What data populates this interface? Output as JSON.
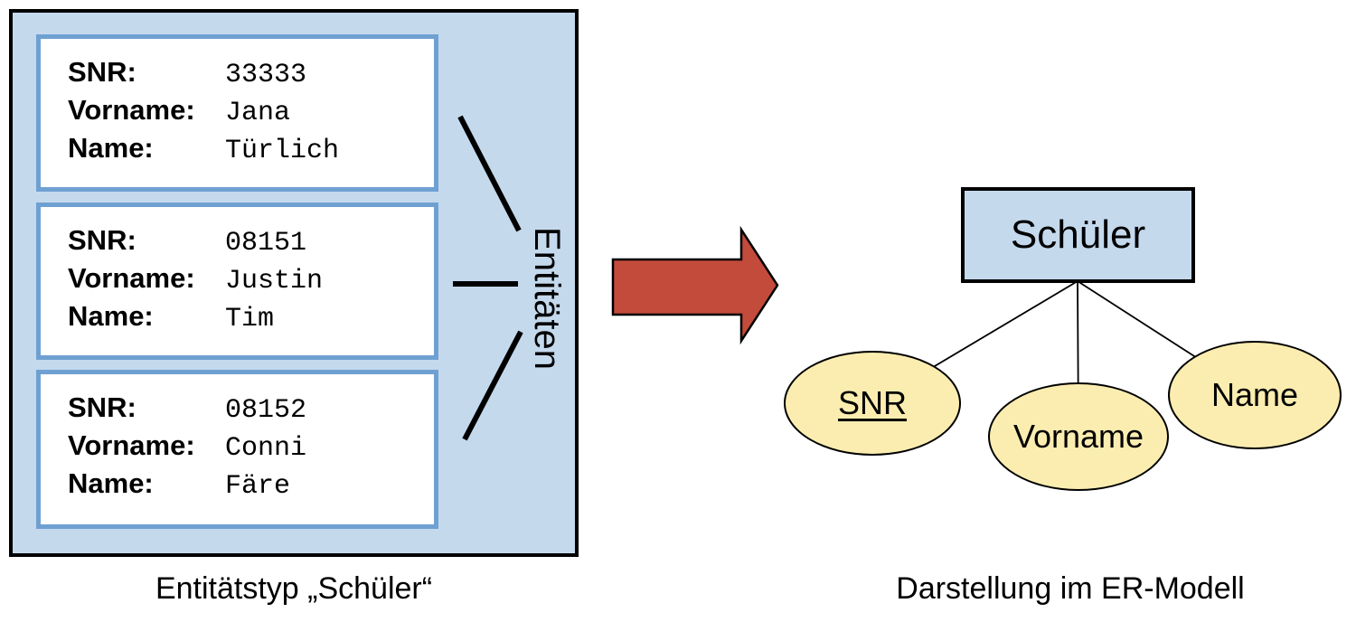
{
  "left_panel": {
    "caption": "Entitätstyp „Schüler“",
    "entities_label": "Entitäten",
    "cards": [
      {
        "rows": [
          {
            "label": "SNR:",
            "value": "33333"
          },
          {
            "label": "Vorname:",
            "value": "Jana"
          },
          {
            "label": "Name:",
            "value": "Türlich"
          }
        ]
      },
      {
        "rows": [
          {
            "label": "SNR:",
            "value": "08151"
          },
          {
            "label": "Vorname:",
            "value": "Justin"
          },
          {
            "label": "Name:",
            "value": "Tim"
          }
        ]
      },
      {
        "rows": [
          {
            "label": "SNR:",
            "value": "08152"
          },
          {
            "label": "Vorname:",
            "value": "Conni"
          },
          {
            "label": "Name:",
            "value": "Färe"
          }
        ]
      }
    ]
  },
  "er_diagram": {
    "caption": "Darstellung im ER-Modell",
    "entity_label": "Schüler",
    "attributes": [
      {
        "name": "SNR",
        "is_key": true
      },
      {
        "name": "Vorname",
        "is_key": false
      },
      {
        "name": "Name",
        "is_key": false
      }
    ]
  },
  "colors": {
    "panel-blue": "#C5D9ED",
    "card-border": "#6FA0D2",
    "ellipse-yellow": "#FBEDB0",
    "arrow-red": "#C24B3B",
    "ink": "#000000"
  }
}
